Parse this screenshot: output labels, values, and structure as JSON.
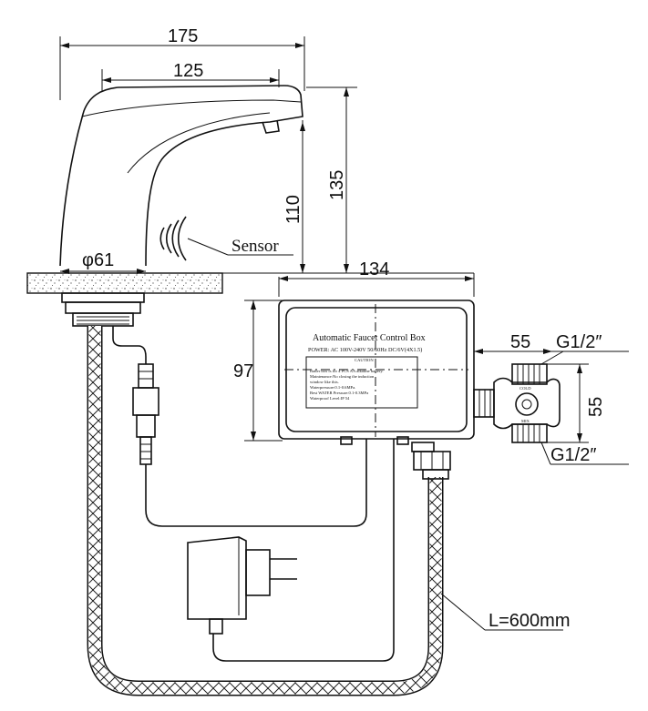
{
  "dimensions": {
    "width_175": "175",
    "width_125": "125",
    "height_135": "135",
    "height_110": "110",
    "diameter_61": "φ61",
    "box_width_134": "134",
    "box_height_97": "97",
    "valve_width_55": "55",
    "valve_height_55": "55"
  },
  "labels": {
    "sensor": "Sensor",
    "thread_top": "G1/2″",
    "thread_bottom": "G1/2″",
    "hose_length": "L=600mm"
  },
  "control_box": {
    "title": "Automatic Faucet Control Box",
    "power": "POWER: AC 100V-240V 50/60Hz DC/6V(4X1.5)",
    "caution_header": "CAUTION",
    "caution_lines": [
      "Batter box is for 4 PCS AA alkaline battery.",
      "Maintenance:No closing the induction",
      "window like this.",
      "Waterpressure:0.1-0.6MPa.",
      "Best WATER Pressure:0.1-0.3MPa",
      "Waterproof Level:IP 54"
    ]
  },
  "valve": {
    "top_marking": "COLD",
    "bottom_marking": "MIX"
  }
}
